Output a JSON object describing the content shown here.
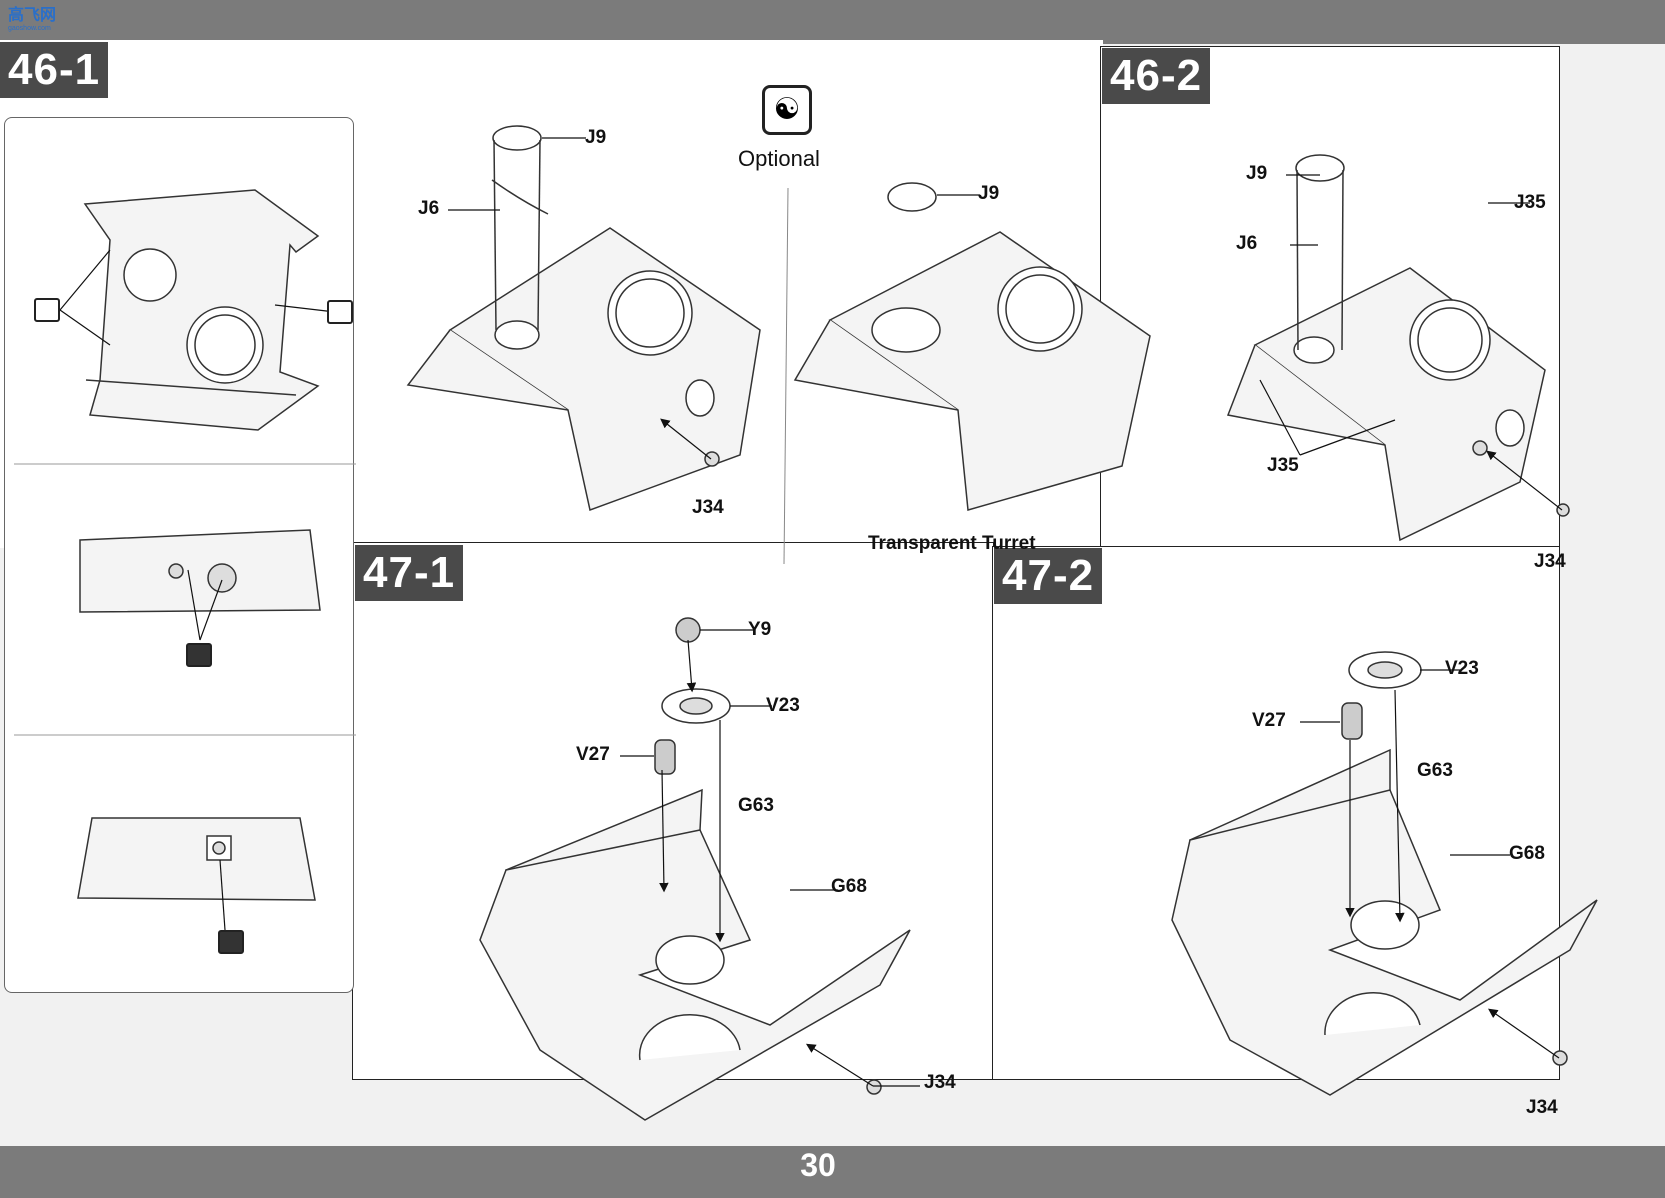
{
  "logo": {
    "text": "高飞网",
    "url_text": "gaoshow.com"
  },
  "page_number": "30",
  "optional_label": "Optional",
  "steps": {
    "s46_1": "46-1",
    "s46_2": "46-2",
    "s47_1": "47-1",
    "s47_2": "47-2"
  },
  "s46_1": {
    "j9": "J9",
    "j6": "J6",
    "j34": "J34"
  },
  "transparent": {
    "j9": "J9",
    "caption": "Transparent Turret"
  },
  "s46_2": {
    "j9": "J9",
    "j6": "J6",
    "j35a": "J35",
    "j35b": "J35",
    "j34": "J34"
  },
  "s47_1": {
    "y9": "Y9",
    "v23": "V23",
    "v27": "V27",
    "g63": "G63",
    "g68": "G68",
    "j34": "J34"
  },
  "s47_2": {
    "v23": "V23",
    "v27": "V27",
    "g63": "G63",
    "g68": "G68",
    "j34": "J34"
  }
}
